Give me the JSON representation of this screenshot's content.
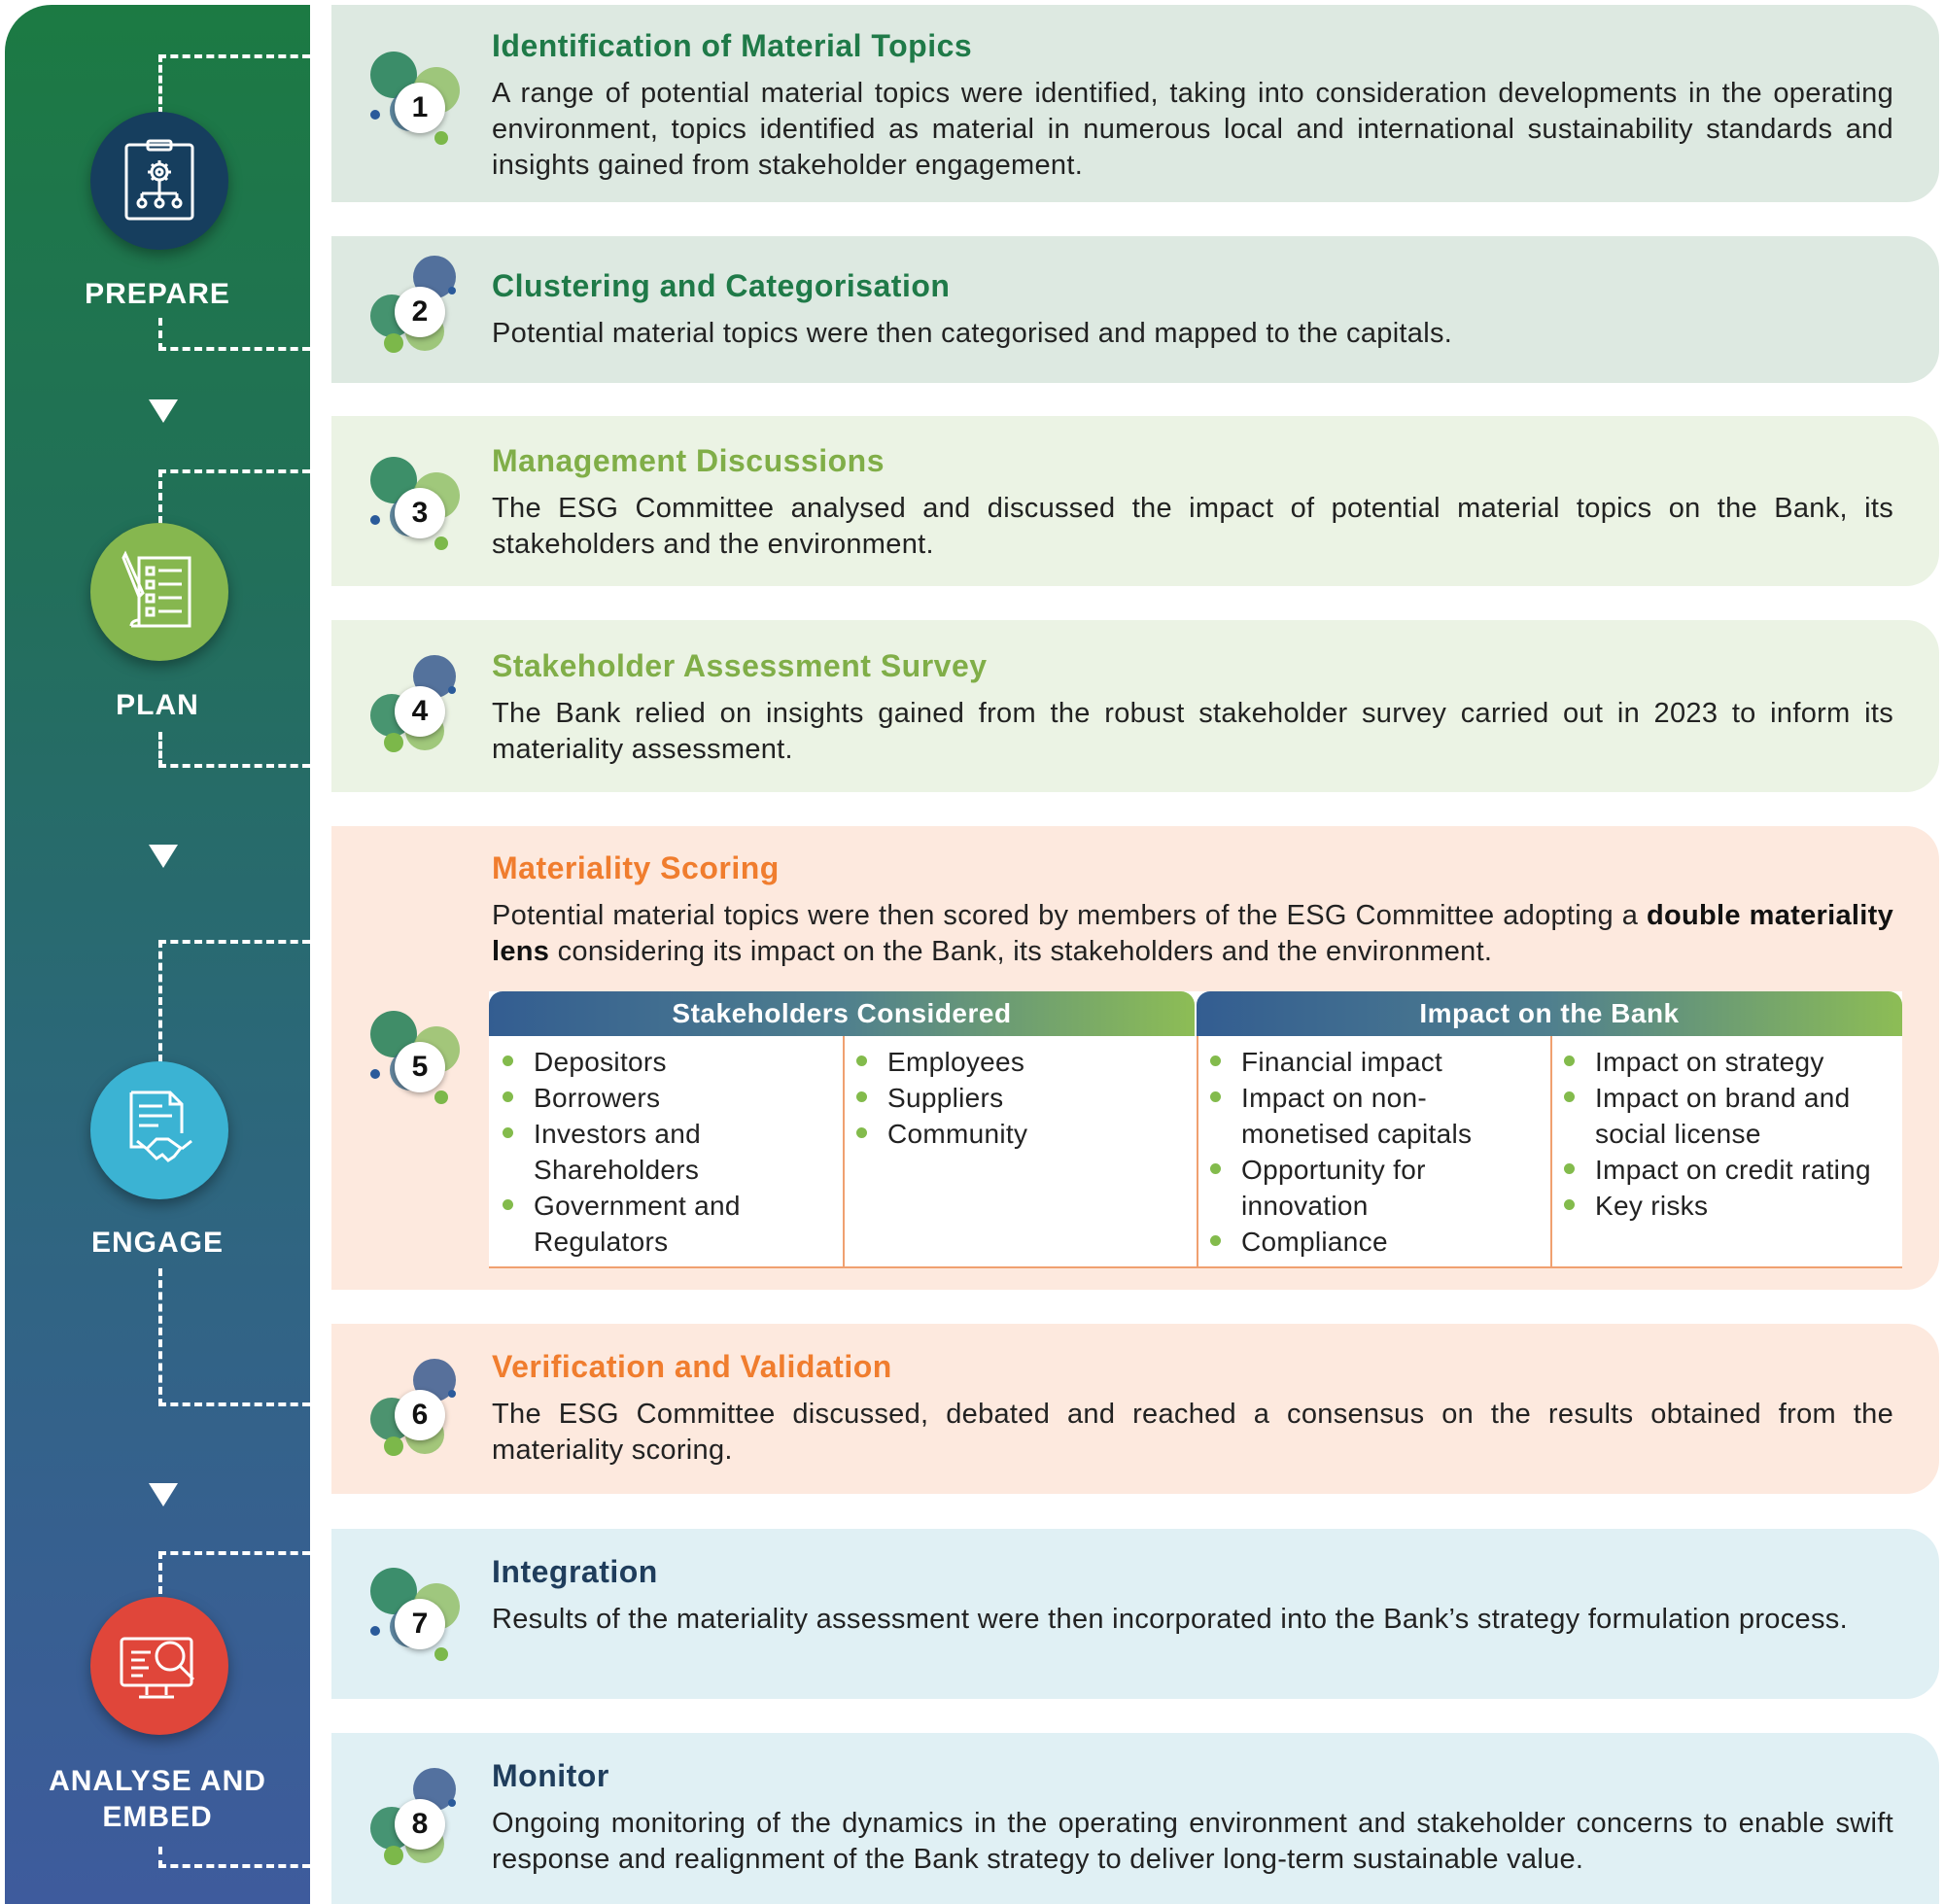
{
  "stages": [
    {
      "label": "PREPARE",
      "icon": "clipboard-gear-icon",
      "color": "#163e5e"
    },
    {
      "label": "PLAN",
      "icon": "checklist-document-icon",
      "color": "#86b74f"
    },
    {
      "label": "ENGAGE",
      "icon": "handshake-document-icon",
      "color": "#3bb3d3"
    },
    {
      "label_line1": "ANALYSE AND",
      "label_line2": "EMBED",
      "icon": "monitor-magnifier-icon",
      "color": "#e0463a"
    }
  ],
  "steps": [
    {
      "number": "1",
      "title": "Identification of Material Topics",
      "text": "A range of potential material topics were identified, taking into consideration developments in the operating environment, topics identified as material in numerous local and international sustainability standards and insights gained from stakeholder engagement."
    },
    {
      "number": "2",
      "title": "Clustering and Categorisation",
      "text": "Potential material topics were then categorised and mapped to the capitals."
    },
    {
      "number": "3",
      "title": "Management Discussions",
      "text": "The ESG Committee analysed and discussed the impact of potential material topics on the Bank, its stakeholders and the environment."
    },
    {
      "number": "4",
      "title": "Stakeholder Assessment Survey",
      "text": "The Bank relied on insights gained from the robust stakeholder survey carried out in 2023 to inform its materiality assessment."
    },
    {
      "number": "5",
      "title": "Materiality Scoring",
      "text_before": "Potential material topics were then scored by members of the ESG Committee adopting a",
      "text_bold": "double materiality lens",
      "text_after": " considering its impact on the Bank, its stakeholders and the environment."
    },
    {
      "number": "6",
      "title": "Verification and Validation",
      "text": "The ESG Committee discussed, debated and reached a consensus on the results obtained from the materiality scoring."
    },
    {
      "number": "7",
      "title": "Integration",
      "text": "Results of the materiality assessment were then incorporated into the Bank’s strategy formulation process."
    },
    {
      "number": "8",
      "title": "Monitor",
      "text": "Ongoing monitoring of the dynamics in the operating environment and stakeholder concerns to enable swift response and realignment of the Bank strategy to deliver long-term sustainable value."
    }
  ],
  "materiality_table": {
    "stakeholders_header": "Stakeholders Considered",
    "impact_header": "Impact on the Bank",
    "stakeholders_col1": [
      {
        "l1": "Depositors"
      },
      {
        "l1": "Borrowers"
      },
      {
        "l1": "Investors and",
        "l2": "Shareholders"
      },
      {
        "l1": "Government and",
        "l2": "Regulators"
      }
    ],
    "stakeholders_col2": [
      {
        "l1": "Employees"
      },
      {
        "l1": "Suppliers"
      },
      {
        "l1": "Community"
      }
    ],
    "impact_col1": [
      {
        "l1": "Financial impact"
      },
      {
        "l1": "Impact on non-",
        "l2": "monetised capitals"
      },
      {
        "l1": "Opportunity for",
        "l2": "innovation"
      },
      {
        "l1": "Compliance"
      }
    ],
    "impact_col2": [
      {
        "l1": "Impact on strategy"
      },
      {
        "l1": "Impact on brand and",
        "l2": "social license"
      },
      {
        "l1": "Impact on credit rating"
      },
      {
        "l1": "Key risks"
      }
    ]
  },
  "colors": {
    "title_dark_green": "#1f7a48",
    "title_light_green": "#80ae48",
    "title_orange": "#f07d2e",
    "title_navy": "#1f3d5c",
    "bullet": "#83bb4c"
  }
}
